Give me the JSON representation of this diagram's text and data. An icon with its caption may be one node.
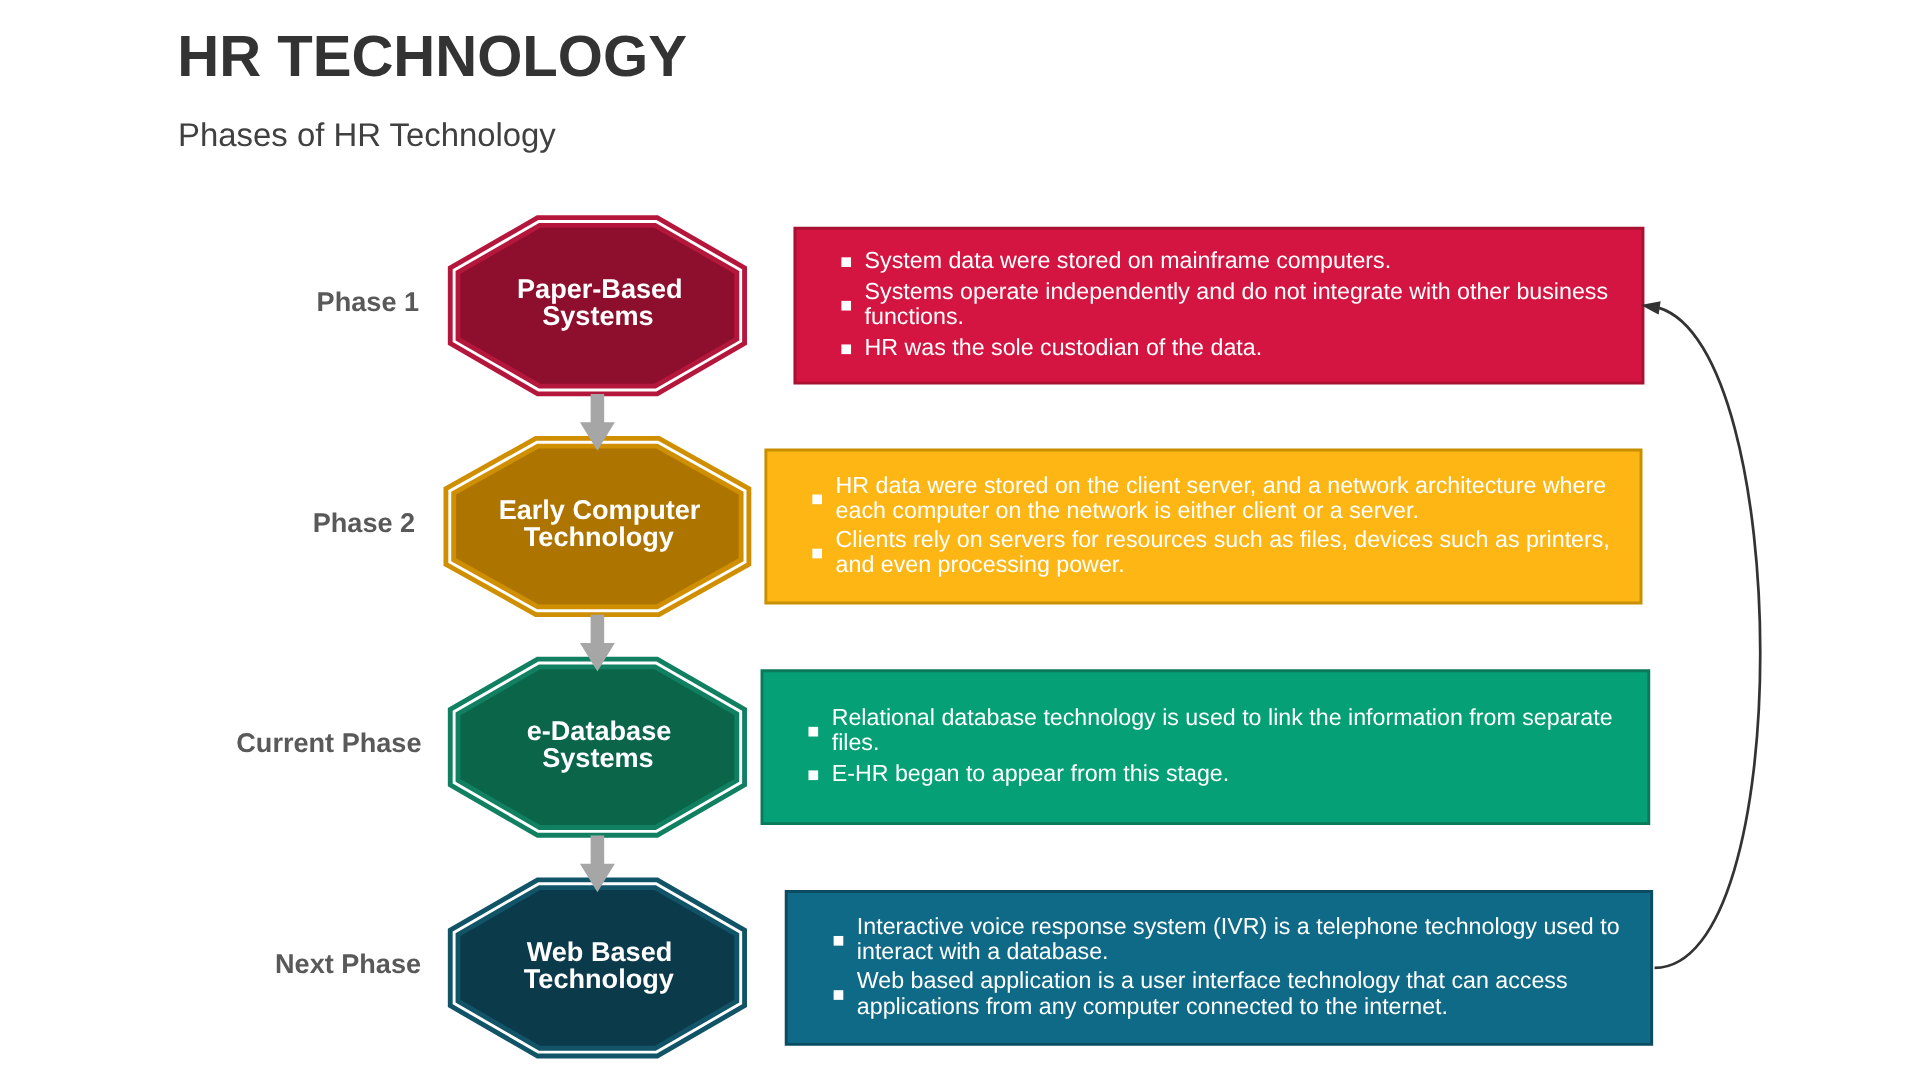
{
  "diagram": {
    "title": "HR TECHNOLOGY",
    "nodes": [
      {
        "text": [
          "Paper-Based Systems"
        ],
        "beside": [
          "Phase 1"
        ]
      },
      {
        "text": [
          "System data were stored on mainframe computers.",
          "Systems operate independently and do not integrate with other business functions.",
          "HR was the sole custodian of the data."
        ]
      },
      {
        "text": [
          "Early Computer Technology"
        ],
        "beside": [
          "Phase 2"
        ]
      },
      {
        "text": [
          "HR data were stored on the client server, and a network architecture where each computer on the network is either client or a server.",
          "Clients rely on servers for resources such as files, devices such as printers, and even processing power."
        ]
      },
      {
        "text": [
          "e-Database Systems"
        ],
        "beside": [
          "Current Phase"
        ]
      },
      {
        "text": [
          "Relational database technology is used to link the information from separate files.",
          "E-HR began to appear from this stage."
        ]
      },
      {
        "text": [
          "Web Based Technology"
        ],
        "beside": [
          "Next Phase"
        ]
      },
      {
        "text": [
          "Interactive voice response system (IVR) is a telephone technology used to interact with a database.",
          "Web based application is a user interface technology that can access applications from any computer connected to the internet."
        ]
      }
    ],
    "edges": [
      {
        "from": 0,
        "to": 2,
        "arrow": "to"
      },
      {
        "from": 2,
        "to": 4,
        "arrow": "to"
      },
      {
        "from": 4,
        "to": 6,
        "arrow": "to"
      },
      {
        "from": 7,
        "to": 1,
        "arrow": "to",
        "color": "#333333"
      }
    ],
    "labels": [
      "Phases of HR Technology"
    ]
  }
}
